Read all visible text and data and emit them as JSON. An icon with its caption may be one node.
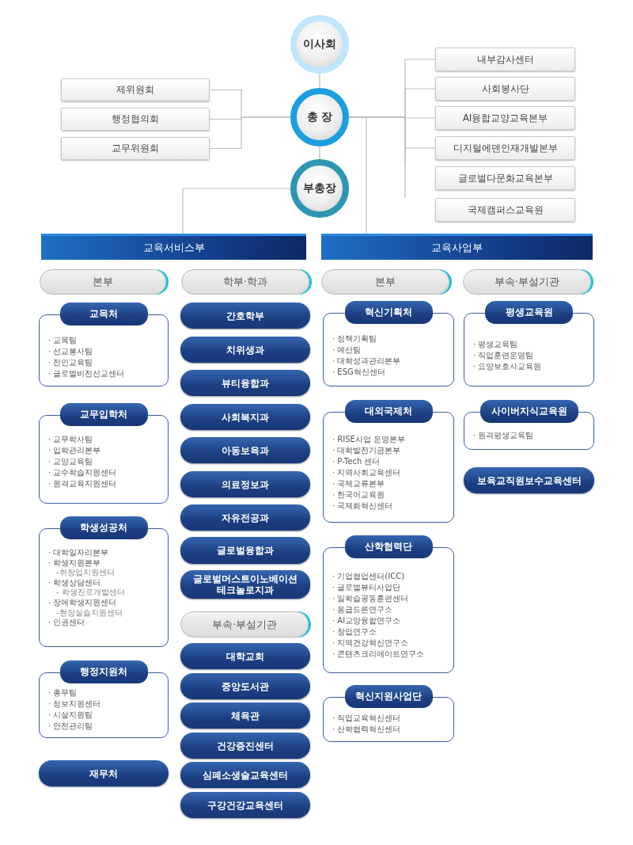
{
  "diagram": {
    "nodes": [
      {
        "text": [
          "이사회"
        ]
      },
      {
        "text": [
          "총 장"
        ]
      },
      {
        "text": [
          "부총장"
        ]
      },
      {
        "text": [
          "제위원회"
        ]
      },
      {
        "text": [
          "행정협의회"
        ]
      },
      {
        "text": [
          "교무위원회"
        ]
      },
      {
        "text": [
          "내부감사센터"
        ]
      },
      {
        "text": [
          "사회봉사단"
        ]
      },
      {
        "text": [
          "AI융합교양교육본부"
        ]
      },
      {
        "text": [
          "디지털에덴인재개발본부"
        ]
      },
      {
        "text": [
          "글로벌다문화교육본부"
        ]
      },
      {
        "text": [
          "국제캠퍼스교육원"
        ]
      },
      {
        "text": [
          "교육서비스부"
        ]
      },
      {
        "text": [
          "교육사업부"
        ]
      },
      {
        "text": [
          "본부"
        ]
      },
      {
        "text": [
          "학부·학과"
        ]
      },
      {
        "text": [
          "본부"
        ]
      },
      {
        "text": [
          "부속·부설기관"
        ]
      },
      {
        "text": [
          "교목처",
          "· 교목팀",
          "· 선교봉사팀",
          "· 전인교육팀",
          "· 글로벌비전선교센터"
        ]
      },
      {
        "text": [
          "교무입학처",
          "· 교무학사팀",
          "· 입학관리본부",
          "· 교양교육팀",
          "· 교수학습지원센터",
          "· 원격교육지원센터"
        ]
      },
      {
        "text": [
          "학생성공처",
          "· 대학일자리본부",
          "· 학생지원본부",
          "-취창업지원센터",
          "· 학생상담센터",
          "- 학생진로개발센터",
          "· 장애학생지원센터",
          "-현장실습지원센터",
          "· 인권센터"
        ]
      },
      {
        "text": [
          "행정지원처",
          "· 총무팀",
          "· 정보지원센터",
          "· 시설지원팀",
          "· 안전관리팀"
        ]
      },
      {
        "text": [
          "재무처"
        ]
      },
      {
        "text": [
          "간호학부"
        ]
      },
      {
        "text": [
          "치위생과"
        ]
      },
      {
        "text": [
          "뷰티융합과"
        ]
      },
      {
        "text": [
          "사회복지과"
        ]
      },
      {
        "text": [
          "아동보육과"
        ]
      },
      {
        "text": [
          "의료정보과"
        ]
      },
      {
        "text": [
          "자유전공과"
        ]
      },
      {
        "text": [
          "글로벌융합과"
        ]
      },
      {
        "text": [
          "글로벌머스트이노베이션 테크놀로지과"
        ]
      },
      {
        "text": [
          "부속·부설기관"
        ]
      },
      {
        "text": [
          "대학교회"
        ]
      },
      {
        "text": [
          "중앙도서관"
        ]
      },
      {
        "text": [
          "체육관"
        ]
      },
      {
        "text": [
          "건강증진센터"
        ]
      },
      {
        "text": [
          "심폐소생술교육센터"
        ]
      },
      {
        "text": [
          "구강건강교육센터"
        ]
      },
      {
        "text": [
          "혁신기획처",
          "· 정책기획팀",
          "· 예산팀",
          "· 대학성과관리본부",
          "· ESG혁신센터"
        ]
      },
      {
        "text": [
          "대외국제처",
          "· RISE사업 운영본부",
          "· 대학발전기금본부",
          "· P-Tech 센터",
          "· 지역사회교육센터",
          "· 국제교류본부",
          "· 한국어교육원",
          "· 국제화혁신센터"
        ]
      },
      {
        "text": [
          "산학협력단",
          "· 기업협업센터(ICC)",
          "· 글로벌뷰티사업단",
          "· 일학습공동훈련센터",
          "· 응급드론연구소",
          "· AI교양융합연구소",
          "· 창업연구소",
          "· 지역건강혁신연구소",
          "· 콘텐츠크리에이트연구소"
        ]
      },
      {
        "text": [
          "혁신지원사업단",
          "· 직업교육혁신센터",
          "· 산학협력혁신센터"
        ]
      },
      {
        "text": [
          "평생교육원",
          "· 평생교육팀",
          "· 직업훈련운영팀",
          "· 요양보호사교육원"
        ]
      },
      {
        "text": [
          "사이버지식교육원",
          "· 원격평생교육팀"
        ]
      },
      {
        "text": [
          "보육교직원보수교육센터"
        ]
      }
    ],
    "edges": [
      {
        "from": 0,
        "to": 1,
        "arrow": "none"
      },
      {
        "from": 1,
        "to": 2,
        "arrow": "none"
      },
      {
        "from": 1,
        "to": 3,
        "arrow": "none"
      },
      {
        "from": 1,
        "to": 4,
        "arrow": "none"
      },
      {
        "from": 1,
        "to": 5,
        "arrow": "none"
      },
      {
        "from": 1,
        "to": 6,
        "arrow": "none"
      },
      {
        "from": 1,
        "to": 7,
        "arrow": "none"
      },
      {
        "from": 1,
        "to": 8,
        "arrow": "none"
      },
      {
        "from": 1,
        "to": 9,
        "arrow": "none"
      },
      {
        "from": 1,
        "to": 10,
        "arrow": "none"
      },
      {
        "from": 1,
        "to": 11,
        "arrow": "none"
      },
      {
        "from": 1,
        "to": 13,
        "arrow": "none"
      },
      {
        "from": 2,
        "to": 12,
        "arrow": "none"
      }
    ]
  }
}
